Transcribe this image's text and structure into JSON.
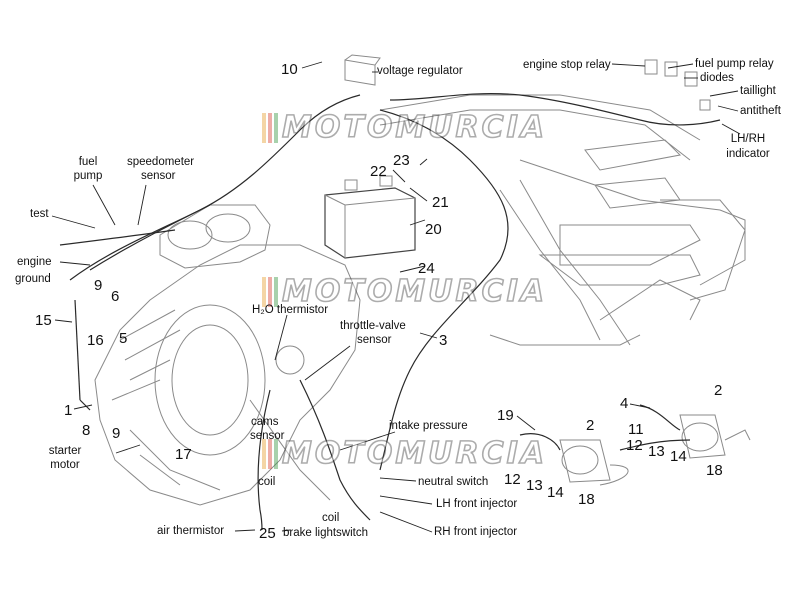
{
  "callouts": {
    "n1": "1",
    "n2a": "2",
    "n2b": "2",
    "n3": "3",
    "n4": "4",
    "n5": "5",
    "n6": "6",
    "n8": "8",
    "n9a": "9",
    "n9b": "9",
    "n10": "10",
    "n11": "11",
    "n12a": "12",
    "n12b": "12",
    "n13a": "13",
    "n13b": "13",
    "n14a": "14",
    "n14b": "14",
    "n15": "15",
    "n16": "16",
    "n17": "17",
    "n18a": "18",
    "n18b": "18",
    "n19": "19",
    "n20": "20",
    "n21": "21",
    "n22": "22",
    "n23": "23",
    "n24": "24",
    "n25": "25"
  },
  "labels": {
    "voltage_regulator": "voltage regulator",
    "engine_stop_relay": "engine stop relay",
    "fuel_pump_relay": "fuel pump relay",
    "diodes": "diodes",
    "taillight": "taillight",
    "antitheft": "antitheft",
    "lh_rh_indicator_1": "LH/RH",
    "lh_rh_indicator_2": "indicator",
    "fuel_pump_1": "fuel",
    "fuel_pump_2": "pump",
    "speedometer_1": "speedometer",
    "speedometer_2": "sensor",
    "test": "test",
    "engine_ground_1": "engine",
    "engine_ground_2": "ground",
    "h2o_thermistor": "H₂O thermistor",
    "throttle_valve_1": "throttle-valve",
    "throttle_valve_2": "sensor",
    "cams_sensor_1": "cams",
    "cams_sensor_2": "sensor",
    "intake_pressure": "intake pressure",
    "starter_motor_1": "starter",
    "starter_motor_2": "motor",
    "coil_a": "coil",
    "coil_b": "coil",
    "neutral_switch": "neutral switch",
    "lh_front_injector": "LH front injector",
    "rh_front_injector": "RH front injector",
    "air_thermistor": "air thermistor",
    "brake_lightswitch": "brake lightswitch"
  },
  "watermark": {
    "text": "MOTOMURCIA",
    "bar_colors": [
      "#e8a33a",
      "#d94a3c",
      "#3f9a4a"
    ]
  }
}
